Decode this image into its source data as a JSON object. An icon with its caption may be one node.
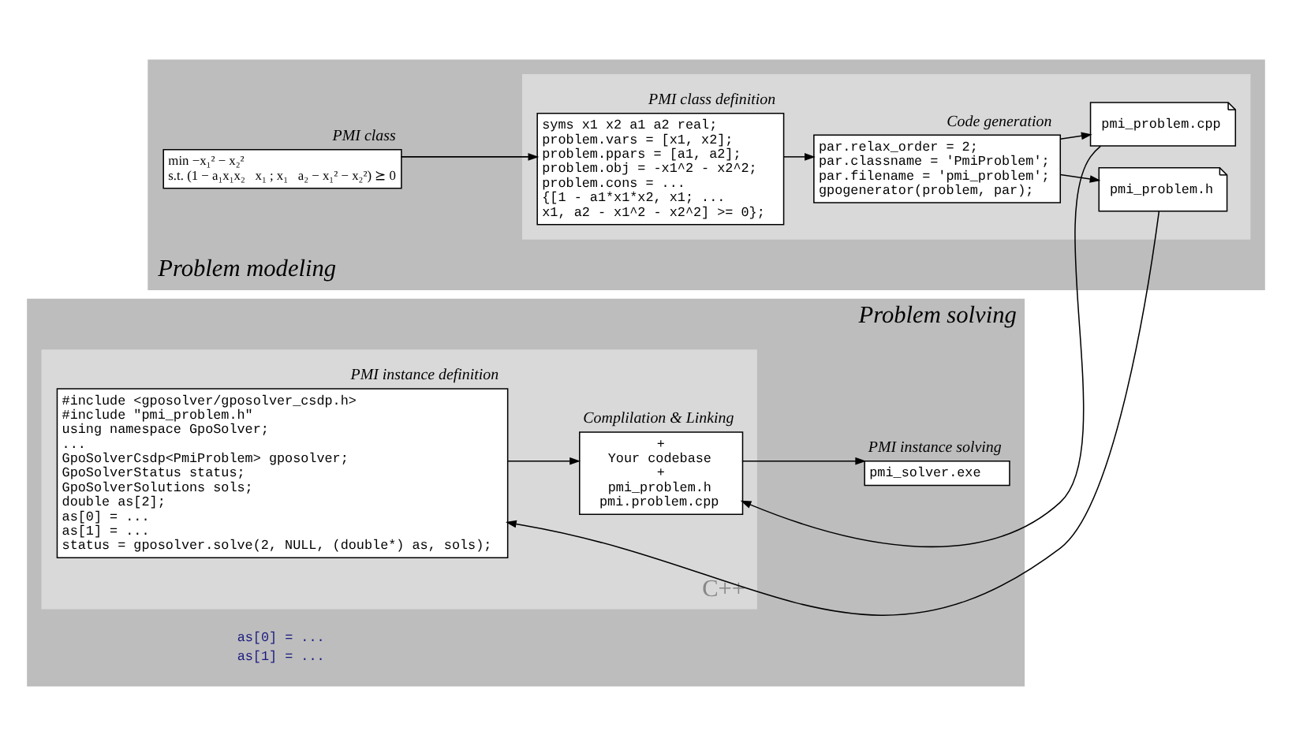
{
  "diagram": {
    "nodes": [
      {
        "text": [
          "Problem modeling"
        ]
      },
      {
        "text": [
          "PMI class",
          "min −x₁² − x₂²",
          "s.t. (1 − a₁x₁x₂   x₁ ; x₁   a₂ − x₁² − x₂²) ⪰ 0"
        ],
        "in": 0
      },
      {
        "text": [],
        "shape": "box",
        "in": 0
      },
      {
        "text": [
          "PMI class definition",
          "syms x1 x2 a1 a2 real;",
          "problem.vars = [x1, x2];",
          "problem.ppars = [a1, a2];",
          "problem.obj = -x1^2 - x2^2;",
          "problem.cons = ...",
          " {[1 - a1*x1*x2, x1; ...",
          " x1, a2 - x1^2 - x2^2] >= 0};"
        ],
        "in": 2
      },
      {
        "text": [
          "Code generation",
          "par.relax_order = 2;",
          "par.classname = 'PmiProblem';",
          "par.filename = 'pmi_problem';",
          "gpogenerator(problem, par);"
        ],
        "in": 2
      },
      {
        "text": [
          "pmi_problem.h"
        ],
        "in": 2
      },
      {
        "text": [
          "pmi_problem.cpp"
        ],
        "in": 2
      },
      {
        "text": [
          "Problem solving"
        ]
      },
      {
        "text": [
          "C++"
        ],
        "in": 7
      },
      {
        "text": [
          "PMI instance definition",
          "#include <gposolver/gposolver_csdp.h>",
          "#include \"pmi_problem.h\"",
          "using namespace GpoSolver;",
          "...",
          "GpoSolverCsdp<PmiProblem> gposolver;",
          "GpoSolverStatus status;",
          "GpoSolverSolutions sols;",
          "double as[2];",
          "as[0] = ...",
          "as[1] = ...",
          "status = gposolver.solve(2, NULL, (double*) as, sols);"
        ],
        "in": 8
      },
      {
        "text": [
          "Complilation & Linking",
          "+",
          "Your codebase",
          "+",
          "pmi_problem.h",
          "pmi.problem.cpp"
        ],
        "in": 8
      },
      {
        "text": [
          "PMI instance solving",
          "pmi_solver.exe"
        ],
        "in": 7
      }
    ],
    "edges": [
      {
        "from": 1,
        "to": 3,
        "arrow": "to"
      },
      {
        "from": 3,
        "to": 4,
        "arrow": "to"
      },
      {
        "from": 4,
        "to": 5,
        "arrow": "to"
      },
      {
        "from": 4,
        "to": 6,
        "arrow": "to"
      },
      {
        "from": 5,
        "to": 9,
        "arrow": "to"
      },
      {
        "from": 6,
        "to": 10,
        "arrow": "to"
      },
      {
        "from": 9,
        "to": 10,
        "arrow": "to"
      },
      {
        "from": 10,
        "to": 11,
        "arrow": "to"
      }
    ],
    "labels": [
      "as[0] = ...",
      "as[1] = ..."
    ]
  }
}
